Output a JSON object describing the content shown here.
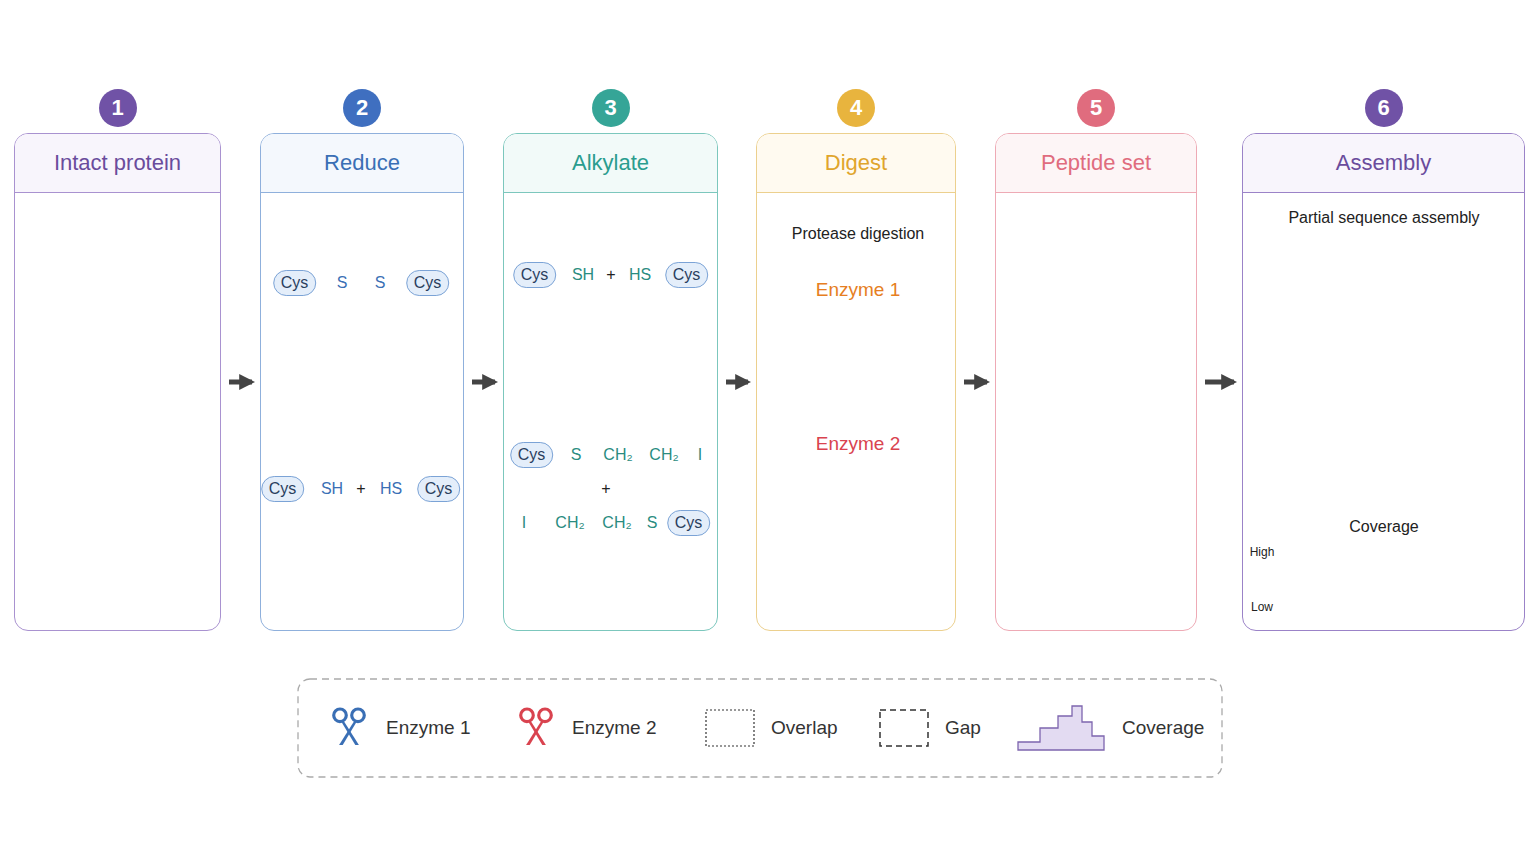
{
  "diagram": {
    "nodes": [
      {
        "text": [
          "1",
          "Intact protein"
        ]
      },
      {
        "text": [
          "2",
          "Reduce"
        ]
      },
      {
        "text": [
          "Cys"
        ],
        "in": 1
      },
      {
        "text": [
          "Cys"
        ],
        "in": 1
      },
      {
        "text": [
          "Cys"
        ],
        "in": 1
      },
      {
        "text": [
          "Cys"
        ],
        "in": 1
      },
      {
        "text": [
          "3",
          "Alkylate"
        ]
      },
      {
        "text": [
          "Cys"
        ],
        "in": 6
      },
      {
        "text": [
          "Cys"
        ],
        "in": 6
      },
      {
        "text": [
          "Cys"
        ],
        "in": 6
      },
      {
        "text": [
          "Cys"
        ],
        "in": 6
      },
      {
        "text": [
          "4",
          "Digest"
        ]
      },
      {
        "text": [
          "5",
          "Peptide set"
        ]
      },
      {
        "text": [
          "6",
          "Assembly"
        ]
      }
    ],
    "edges": [
      {
        "from": 0,
        "to": 1,
        "arrow": "to"
      },
      {
        "from": 1,
        "to": 6,
        "arrow": "to"
      },
      {
        "from": 6,
        "to": 11,
        "arrow": "to"
      },
      {
        "from": 11,
        "to": 12,
        "arrow": "to"
      },
      {
        "from": 12,
        "to": 13,
        "arrow": "to"
      }
    ],
    "labels": [
      "S",
      "S",
      "SH",
      "+",
      "HS",
      "SH",
      "+",
      "HS",
      "S",
      "CH₂",
      "CH₂",
      "I",
      "+",
      "I",
      "CH₂",
      "CH₂",
      "S",
      "Protease digestion",
      "Enzyme 1",
      "Enzyme 2",
      "Partial sequence assembly",
      "Coverage",
      "High",
      "Low"
    ],
    "legend": [
      {
        "text": "Enzyme 1"
      },
      {
        "text": "Enzyme 2"
      },
      {
        "text": "Overlap"
      },
      {
        "text": "Gap"
      },
      {
        "text": "Coverage"
      }
    ]
  }
}
